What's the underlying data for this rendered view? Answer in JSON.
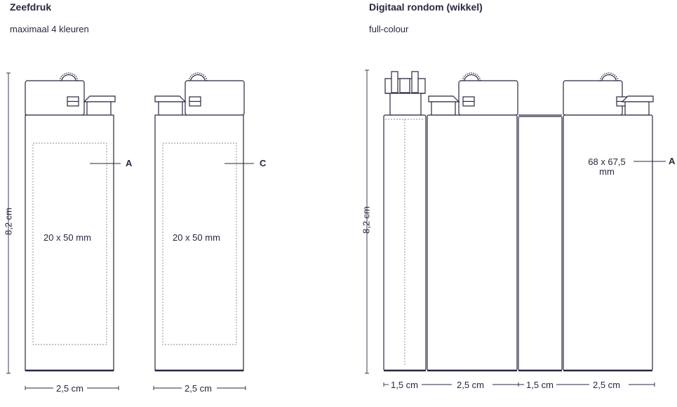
{
  "left_section": {
    "title": "Zeefdruk",
    "subtitle": "maximaal 4 kleuren",
    "height_label": "8,2 cm",
    "lighter_a": {
      "area_label": "20 x 50 mm",
      "side_label": "A",
      "width_label": "2,5 cm"
    },
    "lighter_c": {
      "area_label": "20 x 50 mm",
      "side_label": "C",
      "width_label": "2,5 cm"
    }
  },
  "right_section": {
    "title": "Digitaal rondom (wikkel)",
    "subtitle": "full-colour",
    "height_label": "8,2 cm",
    "area_label_line1": "68 x 67,5",
    "area_label_line2": "mm",
    "side_label": "A",
    "width_labels": [
      "1,5 cm",
      "2,5 cm",
      "1,5 cm",
      "2,5 cm"
    ]
  },
  "colors": {
    "stroke": "#2c2540",
    "text": "#2c2540",
    "dotted": "#8a8496"
  }
}
